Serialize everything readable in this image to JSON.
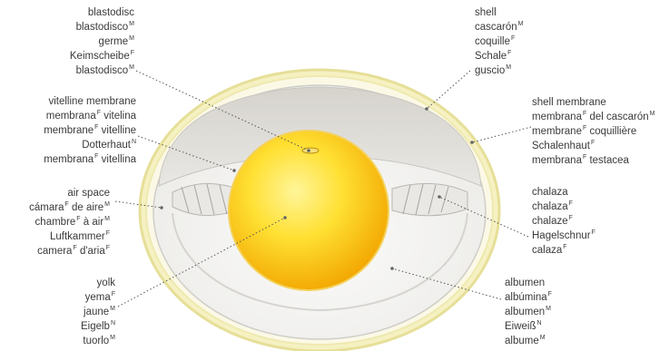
{
  "labels": {
    "blastodisc": [
      {
        "t": "blastodisc",
        "g": ""
      },
      {
        "t": "blastodisco",
        "g": "M"
      },
      {
        "t": "germe",
        "g": "M"
      },
      {
        "t": "Keimscheibe",
        "g": "F"
      },
      {
        "t": "blastodisco",
        "g": "M"
      }
    ],
    "vitelline": [
      {
        "t": "vitelline membrane",
        "g": ""
      },
      {
        "t": "membrana",
        "g": "F",
        "t2": " vitelina"
      },
      {
        "t": "membrane",
        "g": "F",
        "t2": " vitelline"
      },
      {
        "t": "Dotterhaut",
        "g": "N"
      },
      {
        "t": "membrana",
        "g": "F",
        "t2": " vitellina"
      }
    ],
    "airspace": [
      {
        "t": "air space",
        "g": ""
      },
      {
        "t": "cámara",
        "g": "F",
        "t2": " de aire",
        "g2": "M"
      },
      {
        "t": "chambre",
        "g": "F",
        "t2": " à air",
        "g2": "M"
      },
      {
        "t": "Luftkammer",
        "g": "F"
      },
      {
        "t": "camera",
        "g": "F",
        "t2": " d'aria",
        "g2": "F"
      }
    ],
    "yolk": [
      {
        "t": "yolk",
        "g": ""
      },
      {
        "t": "yema",
        "g": "F"
      },
      {
        "t": "jaune",
        "g": "M"
      },
      {
        "t": "Eigelb",
        "g": "N"
      },
      {
        "t": "tuorlo",
        "g": "M"
      }
    ],
    "shell": [
      {
        "t": "shell",
        "g": ""
      },
      {
        "t": "cascarón",
        "g": "M"
      },
      {
        "t": "coquille",
        "g": "F"
      },
      {
        "t": "Schale",
        "g": "F"
      },
      {
        "t": "guscio",
        "g": "M"
      }
    ],
    "shellmembrane": [
      {
        "t": "shell membrane",
        "g": ""
      },
      {
        "t": "membrana",
        "g": "F",
        "t2": " del cascarón",
        "g2": "M"
      },
      {
        "t": "membrane",
        "g": "F",
        "t2": " coquillière"
      },
      {
        "t": "Schalenhaut",
        "g": "F"
      },
      {
        "t": "membrana",
        "g": "F",
        "t2": " testacea"
      }
    ],
    "chalaza": [
      {
        "t": "chalaza",
        "g": ""
      },
      {
        "t": "chalaza",
        "g": "F"
      },
      {
        "t": "chalaze",
        "g": "F"
      },
      {
        "t": "Hagelschnur",
        "g": "F"
      },
      {
        "t": "calaza",
        "g": "F"
      }
    ],
    "albumen": [
      {
        "t": "albumen",
        "g": ""
      },
      {
        "t": "albúmina",
        "g": "F"
      },
      {
        "t": "albumen",
        "g": "M"
      },
      {
        "t": "Eiweiß",
        "g": "N"
      },
      {
        "t": "albume",
        "g": "M"
      }
    ]
  },
  "colors": {
    "shell_outer": "#efe9a6",
    "shell_inner": "#fbf8d8",
    "air_space": "#d9d7d2",
    "albumen": "#f4f3f1",
    "yolk_center": "#fff176",
    "yolk_edge": "#f2a900",
    "text": "#3a3a3a",
    "leader": "#555555"
  }
}
